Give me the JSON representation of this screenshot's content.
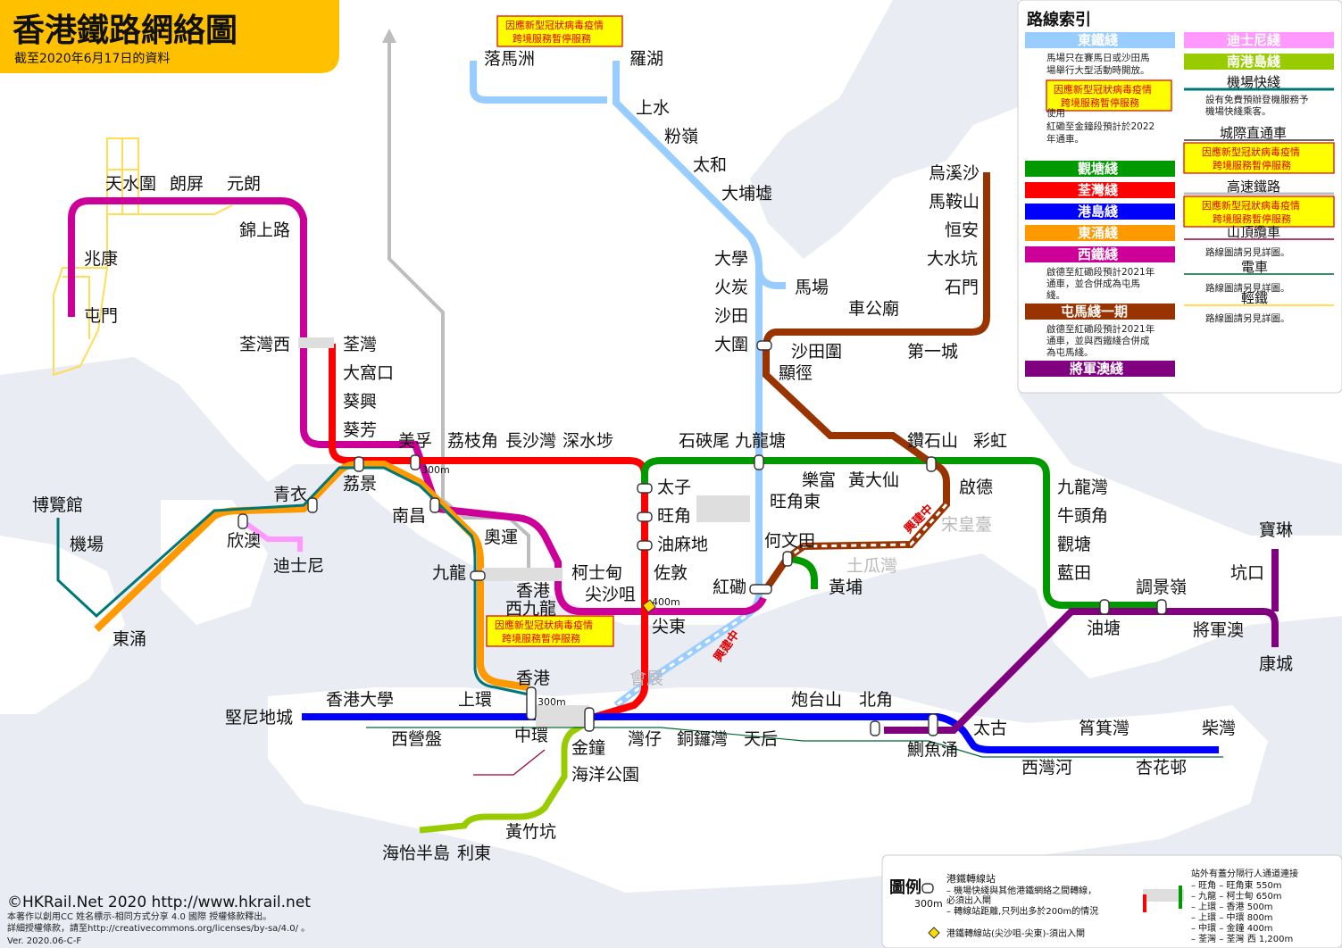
{
  "title": {
    "main": "香港鐵路網絡圖",
    "sub": "截至2020年6月17日的資料"
  },
  "colors": {
    "east_rail": "#99ccff",
    "tsuen_wan": "#ff0000",
    "island": "#0000ff",
    "kwun_tong": "#009900",
    "tung_chung": "#ff9900",
    "west_rail": "#cc0099",
    "tuen_ma": "#993300",
    "tko": "#800080",
    "south_island": "#99cc00",
    "airport_express": "#007777",
    "disney": "#ff99ff",
    "light_rail": "#ffdd55",
    "water": "#e9ecf2",
    "title_bg": "#ffc000"
  },
  "notices": {
    "covid": [
      "因應新型冠狀病毒疫情",
      "跨境服務暫停服務"
    ]
  },
  "construction_label": "興建中",
  "stations": {
    "lok_ma_chau": "落馬洲",
    "lo_wu": "羅湖",
    "sheung_shui": "上水",
    "fanling": "粉嶺",
    "tai_wo": "太和",
    "tai_po_market": "大埔墟",
    "university": "大學",
    "fo_tan": "火炭",
    "racecourse": "馬場",
    "sha_tin": "沙田",
    "tai_wai": "大圍",
    "kowloon_tong": "九龍塘",
    "mong_kok_east": "旺角東",
    "hung_hom": "紅磡",
    "exhibition": "會展",
    "tin_shui_wai": "天水圍",
    "long_ping": "朗屏",
    "yuen_long": "元朗",
    "kam_sheung_road": "錦上路",
    "siu_hong": "兆康",
    "tuen_mun": "屯門",
    "tsuen_wan_west": "荃灣西",
    "mei_foo": "美孚",
    "nam_cheong": "南昌",
    "austin": "柯士甸",
    "east_tst": "尖東",
    "tsuen_wan": "荃灣",
    "tai_wo_hau": "大窩口",
    "kwai_hing": "葵興",
    "kwai_fong": "葵芳",
    "lai_king": "荔景",
    "lai_chi_kok": "荔枝角",
    "cheung_sha_wan": "長沙灣",
    "sham_shui_po": "深水埗",
    "prince_edward": "太子",
    "mong_kok": "旺角",
    "yau_ma_tei": "油麻地",
    "jordan": "佐敦",
    "tsim_sha_tsui": "尖沙咀",
    "admiralty": "金鐘",
    "central": "中環",
    "whampoa": "黃埔",
    "ho_man_tin": "何文田",
    "shek_kip_mei": "石硤尾",
    "lok_fu": "樂富",
    "wong_tai_sin": "黃大仙",
    "diamond_hill": "鑽石山",
    "choi_hung": "彩虹",
    "kowloon_bay": "九龍灣",
    "ngau_tau_kok": "牛頭角",
    "kwun_tong": "觀塘",
    "lam_tin": "藍田",
    "yau_tong": "油塘",
    "tiu_keng_leng": "調景嶺",
    "kennedy_town": "堅尼地城",
    "hku": "香港大學",
    "sai_ying_pun": "西營盤",
    "sheung_wan": "上環",
    "wan_chai": "灣仔",
    "causeway_bay": "銅鑼灣",
    "tin_hau": "天后",
    "fortress_hill": "炮台山",
    "north_point": "北角",
    "quarry_bay": "鰂魚涌",
    "tai_koo": "太古",
    "sai_wan_ho": "西灣河",
    "shau_kei_wan": "筲箕灣",
    "heng_fa_chuen": "杏花邨",
    "chai_wan": "柴灣",
    "hong_kong": "香港",
    "kowloon": "九龍",
    "olympic": "奧運",
    "sunny_bay": "欣澳",
    "tsing_yi": "青衣",
    "tung_chung": "東涌",
    "airport": "機場",
    "asiaworld_expo": "博覽館",
    "disneyland": "迪士尼",
    "ocean_park": "海洋公園",
    "wong_chuk_hang": "黃竹坑",
    "lei_tung": "利東",
    "south_horizons": "海怡半島",
    "wu_kai_sha": "烏溪沙",
    "ma_on_shan": "馬鞍山",
    "heng_on": "恒安",
    "tai_shui_hang": "大水坑",
    "shek_mun": "石門",
    "city_one": "第一城",
    "che_kung_temple": "車公廟",
    "sha_tin_wai": "沙田圍",
    "hin_keng": "顯徑",
    "kai_tak": "啟德",
    "sung_wong_toi": "宋皇臺",
    "to_kwa_wan": "土瓜灣",
    "po_lam": "寶琳",
    "hang_hau": "坑口",
    "tseung_kwan_o": "將軍澳",
    "lohas_park": "康城",
    "west_kowloon": "西九龍",
    "hong_kong_wk": "香港"
  },
  "walk_labels": {
    "mei_foo": "300m",
    "tst": "400m",
    "central": "300m"
  },
  "legend": {
    "title": "路線索引",
    "east_rail": "東鐵綫",
    "east_rail_note1": [
      "馬場只在賽馬日或沙田馬",
      "場舉行大型活動時開放。"
    ],
    "east_rail_note2": [
      "紅磡至金鐘段預計於2022",
      "年通車。"
    ],
    "east_rail_note2_prefix": "使用",
    "kwun_tong": "觀塘綫",
    "tsuen_wan": "荃灣綫",
    "island": "港島綫",
    "tung_chung": "東涌綫",
    "west_rail": "西鐵綫",
    "west_rail_note": [
      "啟德至紅磡段預計2021年",
      "通車，並合併成為屯馬",
      "綫。"
    ],
    "tuen_ma": "屯馬綫一期",
    "tuen_ma_note": [
      "啟德至紅磡段預計2021年",
      "通車，並與西鐵綫合併成",
      "為屯馬綫。"
    ],
    "tko": "將軍澳綫",
    "disney": "迪士尼綫",
    "south_island": "南港島綫",
    "airport_express": "機場快綫",
    "airport_note": [
      "設有免費預辦登機服務予",
      "機場快綫乘客。"
    ],
    "intercity": "城際直通車",
    "high_speed": "高速鐵路",
    "peak_tram": "山頂纜車",
    "peak_tram_note": "路線圖請另見詳圖。",
    "tram": "電車",
    "tram_note": "路線圖請另見詳圖。",
    "light_rail": "輕鐵",
    "light_rail_note": "路線圖請另見詳圖。"
  },
  "key": {
    "heading": "圖例",
    "walk_length": "300m",
    "interchange_title": "港鐵轉線站",
    "interchange_lines": [
      "– 機場快綫與其他港鐵網絡之間轉線，",
      "  必須出入閘",
      "– 轉線站距離,只列出多於200m的情況"
    ],
    "tst_text": "港鐵轉線站(尖沙咀-尖東)-須出入閘",
    "walkway_title": [
      "站外有蓋分隔行人通道連接"
    ],
    "walkways": [
      "– 旺角 – 旺角東 550m",
      "– 九龍 – 柯士甸 650m",
      "– 上環 – 香港    500m",
      "– 上環 – 中環    800m",
      "– 中環 – 金鐘    400m",
      "– 荃灣 – 荃灣 西 1,200m"
    ]
  },
  "credits": {
    "main": "©HKRail.Net 2020 http://www.hkrail.net",
    "line1": "本著作以創用CC 姓名標示-相同方式分享 4.0 國際 授權條款釋出。",
    "line2": "詳細授權條款，請至http://creativecommons.org/licenses/by-sa/4.0/ 。",
    "version": "Ver. 2020.06-C-F"
  }
}
